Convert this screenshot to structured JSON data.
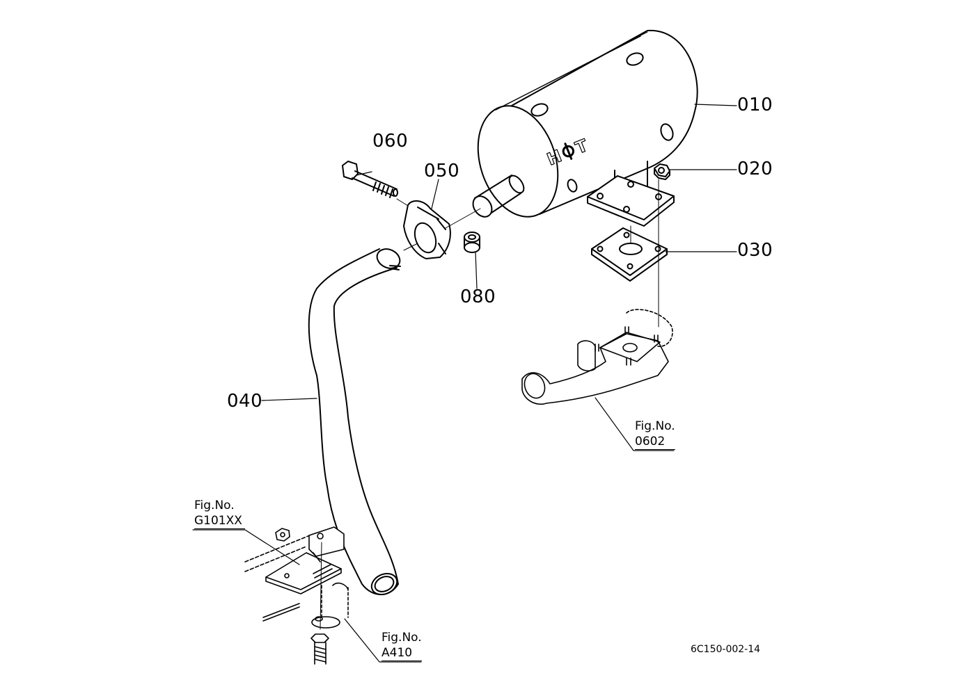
{
  "diagram": {
    "parts": {
      "p010": "010",
      "p020": "020",
      "p030": "030",
      "p040": "040",
      "p050": "050",
      "p060": "060",
      "p080": "080"
    },
    "fig_refs": {
      "f0602": {
        "caption": "Fig.No.",
        "ref": "0602"
      },
      "fG101XX": {
        "caption": "Fig.No.",
        "ref": "G101XX"
      },
      "fA410": {
        "caption": "Fig.No.",
        "ref": "A410"
      }
    },
    "muffler_text": "H⏀T",
    "drawing_code": "6C150-002-14"
  }
}
